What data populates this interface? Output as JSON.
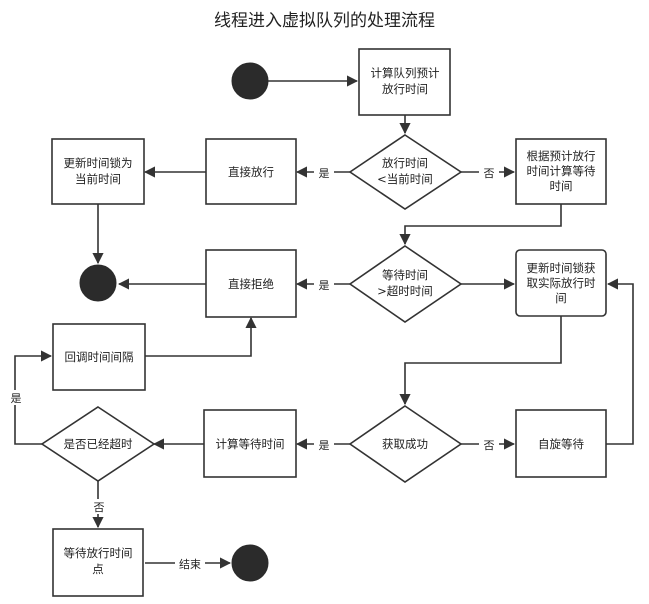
{
  "title": "线程进入虚拟队列的处理流程",
  "nodes": {
    "calc_release": {
      "lines": [
        "计算队列预计",
        "放行时间"
      ]
    },
    "release_lt_now": {
      "lines": [
        "放行时间",
        "<当前时间"
      ]
    },
    "direct_release": {
      "lines": [
        "直接放行"
      ]
    },
    "update_lock_now": {
      "lines": [
        "更新时间锁为",
        "当前时间"
      ]
    },
    "calc_wait_from_estimate": {
      "lines": [
        "根据预计放行",
        "时间计算等待",
        "时间"
      ]
    },
    "wait_gt_timeout": {
      "lines": [
        "等待时间",
        ">超时时间"
      ]
    },
    "direct_reject": {
      "lines": [
        "直接拒绝"
      ]
    },
    "update_lock_actual": {
      "lines": [
        "更新时间锁获",
        "取实际放行时",
        "间"
      ]
    },
    "callback_interval": {
      "lines": [
        "回调时间间隔"
      ]
    },
    "acquire_success": {
      "lines": [
        "获取成功"
      ]
    },
    "spin_wait": {
      "lines": [
        "自旋等待"
      ]
    },
    "calc_wait_time": {
      "lines": [
        "计算等待时间"
      ]
    },
    "is_timeout": {
      "lines": [
        "是否已经超时"
      ]
    },
    "wait_until": {
      "lines": [
        "等待放行时间",
        "点"
      ]
    }
  },
  "edge_labels": {
    "yes": "是",
    "no": "否",
    "end": "结束"
  }
}
